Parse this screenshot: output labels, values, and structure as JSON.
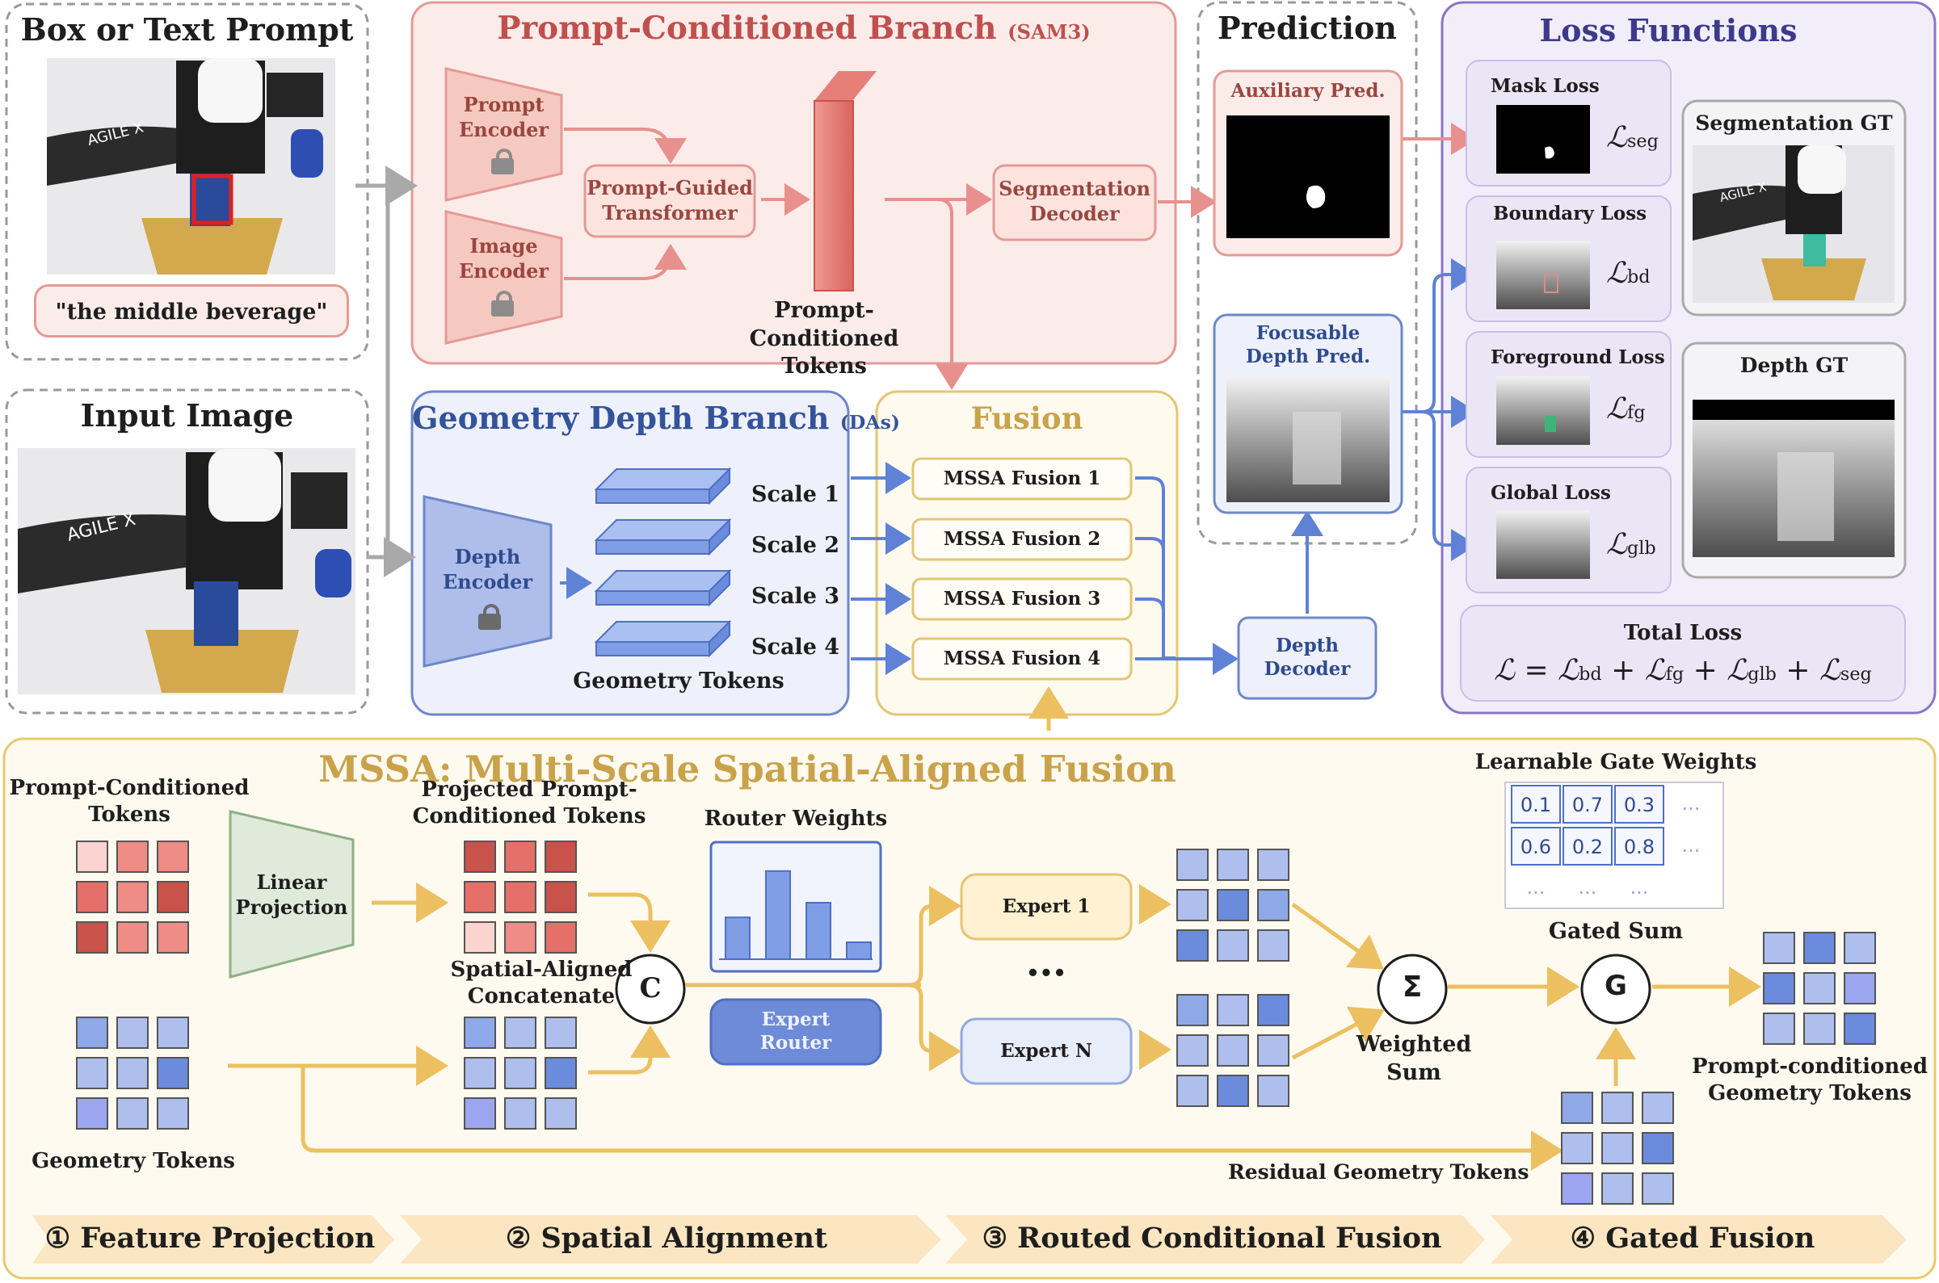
{
  "colors": {
    "prompt_branch_bg": "#fbecea",
    "prompt_branch_border": "#e49a95",
    "prompt_title": "#c0504d",
    "depth_branch_bg": "#eef1fb",
    "depth_branch_border": "#6d87c9",
    "depth_title": "#34539b",
    "fusion_bg": "#fffaee",
    "fusion_border": "#e3c574",
    "fusion_title": "#c9a24a",
    "loss_bg": "#f1eefa",
    "loss_border": "#8a74c8",
    "loss_title": "#3d3a8c",
    "mssa_bg": "#fffaf0",
    "mssa_border": "#e8c96a",
    "arrow_pink": "#e8908d",
    "arrow_blue": "#5f82d6",
    "arrow_gold": "#ecc061",
    "arrow_gray": "#a9a9a9"
  },
  "input_panel": {
    "prompt_title": "Box or Text Prompt",
    "prompt_text": "\"the middle beverage\"",
    "image_title": "Input Image",
    "robot_brand": "AGILE X"
  },
  "prompt_branch": {
    "title": "Prompt-Conditioned Branch",
    "title_sub": "(SAM3)",
    "prompt_encoder": "Prompt\nEncoder",
    "image_encoder": "Image\nEncoder",
    "transformer": "Prompt-Guided\nTransformer",
    "tokens_label": "Prompt-Conditioned\nTokens",
    "seg_decoder": "Segmentation\nDecoder",
    "lock_icon": "lock-icon"
  },
  "depth_branch": {
    "title": "Geometry Depth Branch",
    "title_sub": "(DAs)",
    "depth_encoder": "Depth\nEncoder",
    "scales": [
      "Scale 1",
      "Scale 2",
      "Scale 3",
      "Scale 4"
    ],
    "tokens_label": "Geometry Tokens"
  },
  "fusion": {
    "title": "Fusion",
    "items": [
      "MSSA Fusion 1",
      "MSSA Fusion 2",
      "MSSA Fusion 3",
      "MSSA Fusion 4"
    ]
  },
  "prediction": {
    "title": "Prediction",
    "aux": "Auxiliary Pred.",
    "focus": "Focusable\nDepth Pred.",
    "depth_decoder": "Depth\nDecoder"
  },
  "loss": {
    "title": "Loss Functions",
    "items": [
      {
        "name": "Mask Loss",
        "sym": "seg"
      },
      {
        "name": "Boundary Loss",
        "sym": "bd"
      },
      {
        "name": "Foreground Loss",
        "sym": "fg"
      },
      {
        "name": "Global Loss",
        "sym": "glb"
      }
    ],
    "seg_gt": "Segmentation GT",
    "depth_gt": "Depth GT",
    "total_title": "Total Loss",
    "script_L": "ℒ",
    "eq_equals": " = ",
    "eq_plus": " + "
  },
  "mssa": {
    "title": "MSSA: Multi-Scale Spatial-Aligned Fusion",
    "pc_tokens": "Prompt-Conditioned\nTokens",
    "linear_proj": "Linear\nProjection",
    "proj_tokens": "Projected Prompt-\nConditioned Tokens",
    "spatial_concat": "Spatial-Aligned\nConcatenate",
    "geo_tokens": "Geometry Tokens",
    "concat_symbol": "C",
    "router_weights": "Router Weights",
    "expert_router": "Expert\nRouter",
    "expert1": "Expert 1",
    "expert_dots": "•••",
    "expertN": "Expert N",
    "sum_symbol": "Σ",
    "weighted_sum": "Weighted\nSum",
    "gate_title": "Learnable Gate Weights",
    "gate_values": [
      [
        "0.1",
        "0.7",
        "0.3",
        "..."
      ],
      [
        "0.6",
        "0.2",
        "0.8",
        "..."
      ],
      [
        "...",
        "...",
        "...",
        ""
      ]
    ],
    "gated_sum": "Gated Sum",
    "gate_symbol": "G",
    "residual": "Residual Geometry Tokens",
    "output": "Prompt-conditioned\nGeometry Tokens",
    "router_bars": [
      0.37,
      0.78,
      0.5,
      0.15
    ]
  },
  "stages": [
    "① Feature Projection",
    "② Spatial Alignment",
    "③ Routed Conditional Fusion",
    "④ Gated Fusion"
  ]
}
